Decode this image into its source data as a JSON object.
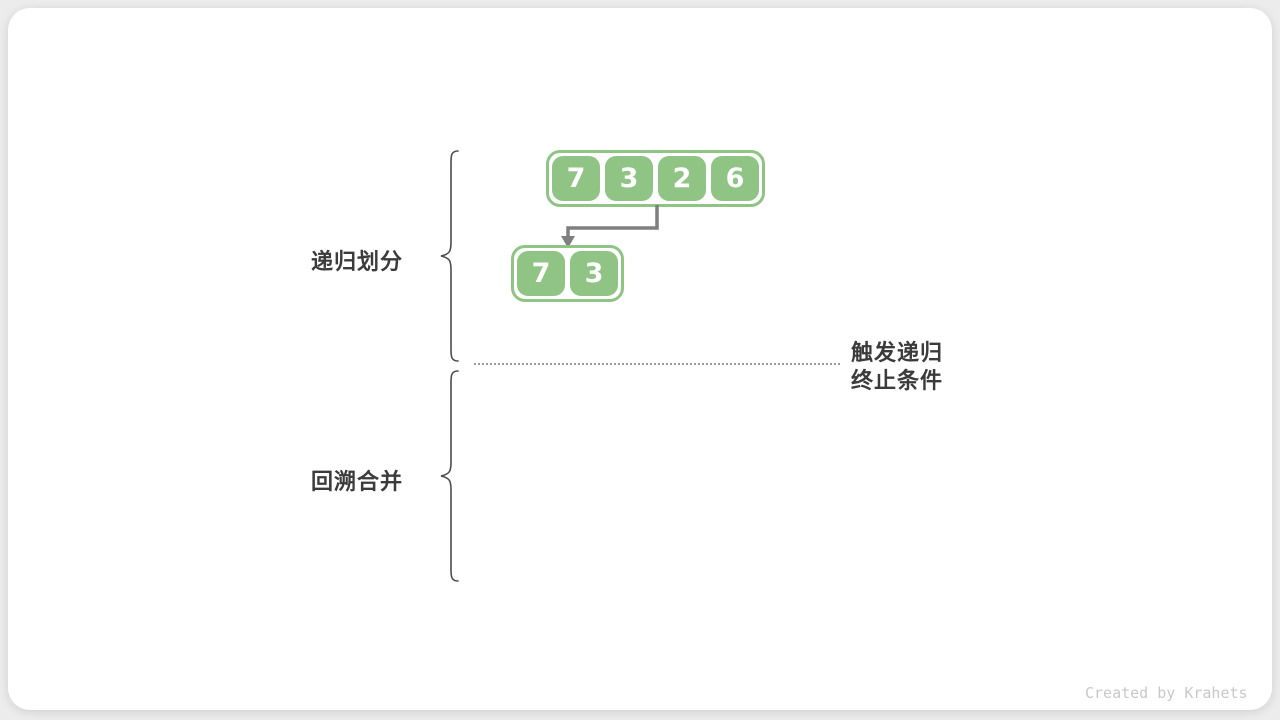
{
  "labels": {
    "divide": "递归划分",
    "merge": "回溯合并",
    "terminate_line1": "触发递归",
    "terminate_line2": "终止条件"
  },
  "arrays": {
    "top": [
      "7",
      "3",
      "2",
      "6"
    ],
    "sub": [
      "7",
      "3"
    ]
  },
  "watermark": "Created by Krahets",
  "colors": {
    "page_background": "#ececec",
    "card_background": "#ffffff",
    "cell_green": "#8fc485",
    "cell_text": "#ffffff",
    "arrow_gray": "#7f7f7f",
    "brace_gray": "#4d4d4d",
    "label_text": "#3b3b3b",
    "dotted_line_gray": "#9b9b9b",
    "watermark_gray": "#c8c8c8"
  }
}
